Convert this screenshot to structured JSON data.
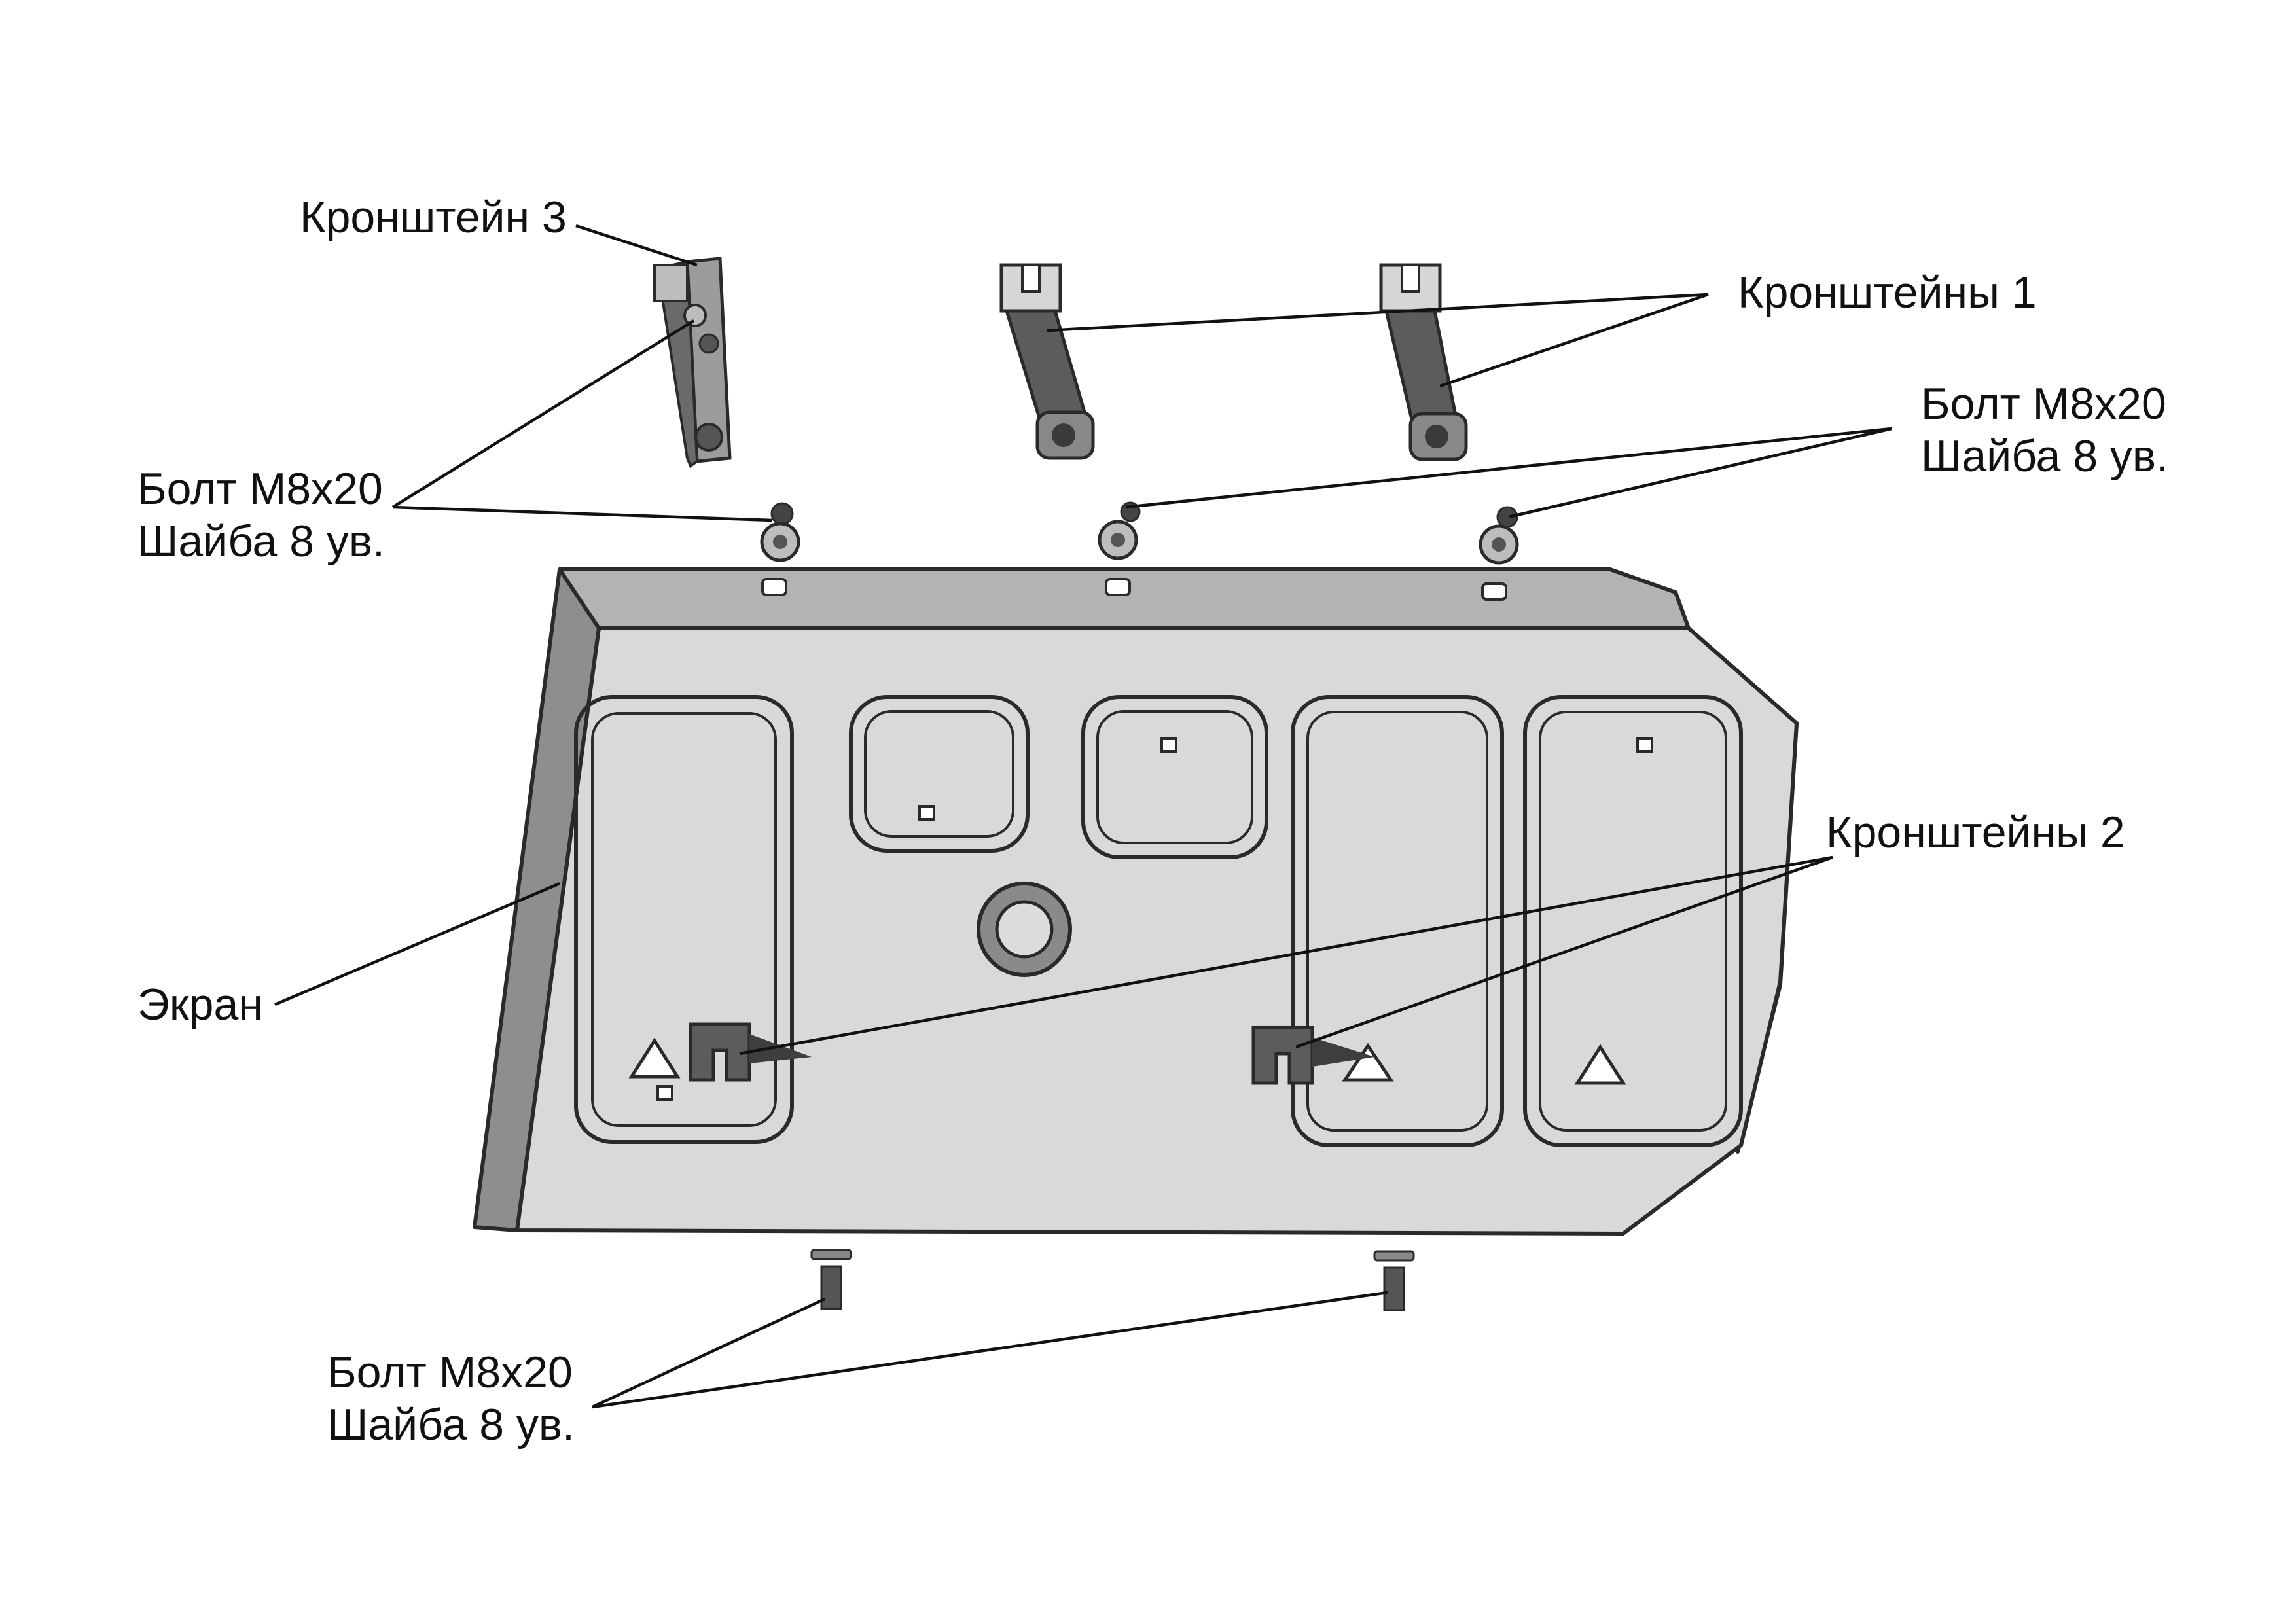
{
  "labels": {
    "bracket3": "Кронштейн 3",
    "brackets1": "Кронштейны 1",
    "bolt_top_left_1": "Болт М8х20",
    "bolt_top_left_2": "Шайба 8 ув.",
    "bolt_top_right_1": "Болт М8х20",
    "bolt_top_right_2": "Шайба 8 ув.",
    "brackets2": "Кронштейны 2",
    "screen": "Экран",
    "bolt_bottom_1": "Болт М8х20",
    "bolt_bottom_2": "Шайба 8 ув."
  },
  "colors": {
    "plate_face": "#d9d9d9",
    "plate_edge": "#8a8a8a",
    "bracket_dark": "#5c5c5c",
    "line": "#111111"
  }
}
